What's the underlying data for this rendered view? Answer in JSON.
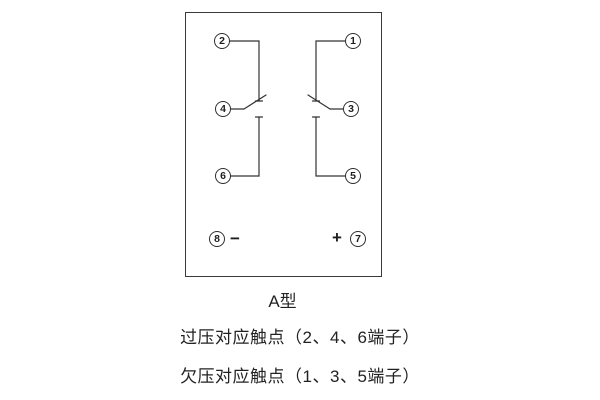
{
  "diagram": {
    "type_label": "A型",
    "terminals": {
      "t1": "1",
      "t2": "2",
      "t3": "3",
      "t4": "4",
      "t5": "5",
      "t6": "6",
      "t7": "7",
      "t8": "8"
    },
    "polarity": {
      "minus": "−",
      "plus": "+"
    },
    "notes": {
      "overvoltage": "过压对应触点（2、4、6端子）",
      "undervoltage": "欠压对应触点（1、3、5端子）"
    },
    "colors": {
      "line": "#333333",
      "text": "#222222",
      "background": "#ffffff"
    }
  }
}
